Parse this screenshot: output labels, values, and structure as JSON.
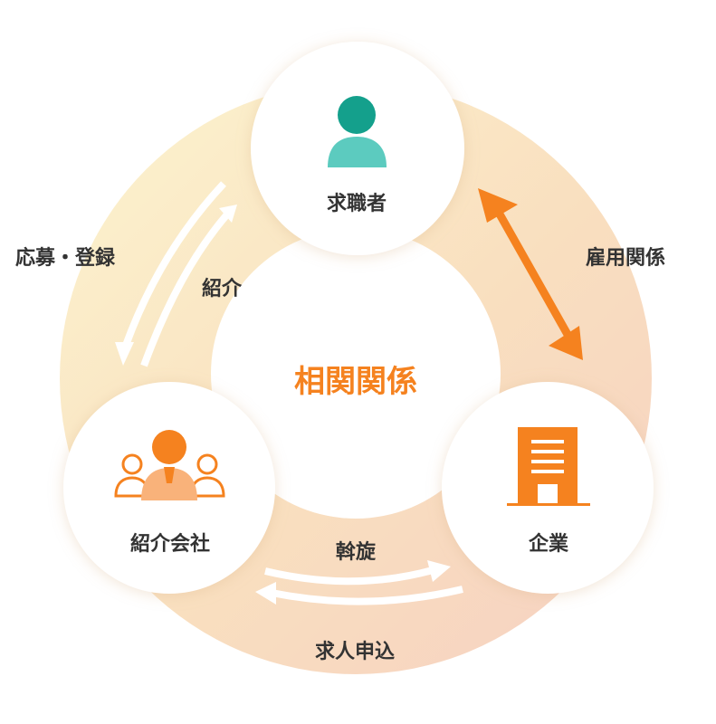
{
  "diagram": {
    "center_label": "相関関係",
    "nodes": {
      "job_seeker": {
        "label": "求職者"
      },
      "company": {
        "label": "企業"
      },
      "agency": {
        "label": "紹介会社"
      }
    },
    "relations": {
      "employment": "雇用関係",
      "application": "応募・登録",
      "introduction": "紹介",
      "mediation": "斡旋",
      "job_order": "求人申込"
    }
  },
  "colors": {
    "accent_orange": "#f5821f",
    "teal_head": "#14a08c",
    "teal_body": "#5ccbbf",
    "ring_yellow": "#fbefc4",
    "ring_peach": "#f8d6bc",
    "text_dark": "#333333"
  }
}
